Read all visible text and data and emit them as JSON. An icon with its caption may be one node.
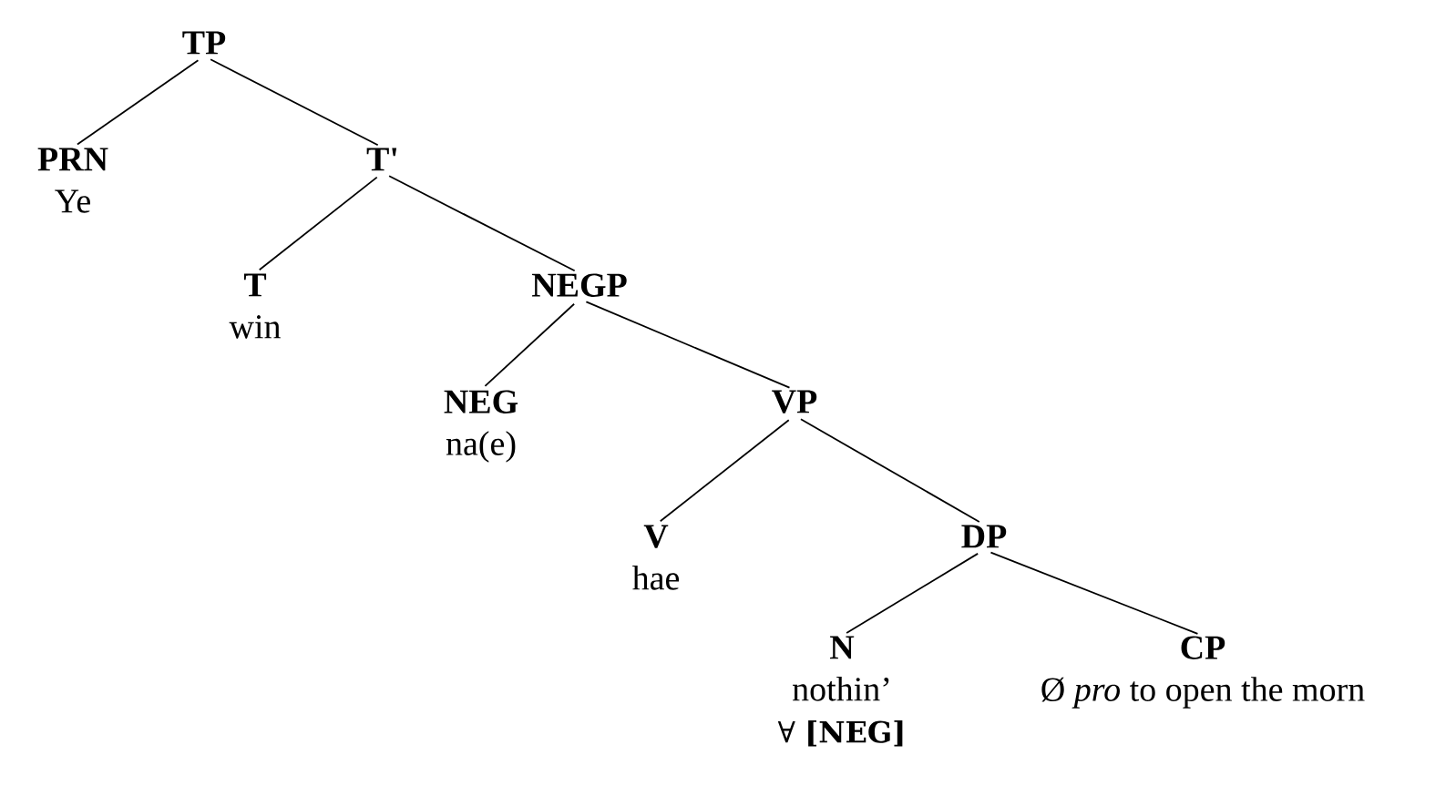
{
  "diagram": {
    "nodes": [
      {
        "text": [
          "TP"
        ]
      },
      {
        "text": [
          "PRN",
          "Ye"
        ]
      },
      {
        "text": [
          "T'"
        ]
      },
      {
        "text": [
          "T",
          "win"
        ]
      },
      {
        "text": [
          "NEGP"
        ]
      },
      {
        "text": [
          "NEG",
          "na(e)"
        ]
      },
      {
        "text": [
          "VP"
        ]
      },
      {
        "text": [
          "V",
          "hae"
        ]
      },
      {
        "text": [
          "DP"
        ]
      },
      {
        "text": [
          "N",
          "nothin’",
          "∀ **[NEG]**"
        ]
      },
      {
        "text": [
          "CP",
          "Ø *pro* to open the morn"
        ]
      }
    ],
    "edges": [
      {
        "from": 0,
        "to": 1,
        "arrow": "none"
      },
      {
        "from": 0,
        "to": 2,
        "arrow": "none"
      },
      {
        "from": 2,
        "to": 3,
        "arrow": "none"
      },
      {
        "from": 2,
        "to": 4,
        "arrow": "none"
      },
      {
        "from": 4,
        "to": 5,
        "arrow": "none"
      },
      {
        "from": 4,
        "to": 6,
        "arrow": "none"
      },
      {
        "from": 6,
        "to": 7,
        "arrow": "none"
      },
      {
        "from": 6,
        "to": 8,
        "arrow": "none"
      },
      {
        "from": 8,
        "to": 9,
        "arrow": "none"
      },
      {
        "from": 8,
        "to": 10,
        "arrow": "none"
      }
    ]
  }
}
